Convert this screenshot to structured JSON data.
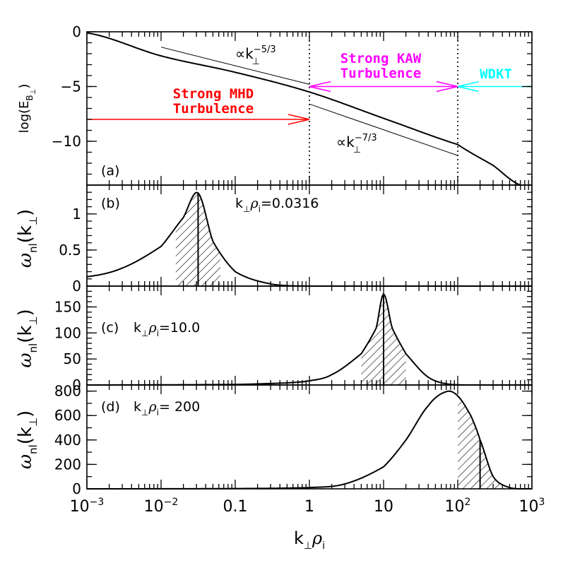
{
  "chart_data": [
    {
      "panel": "a",
      "type": "line",
      "panel_label": "(a)",
      "ylabel": "log(E_B⊥)",
      "xscale": "log",
      "xlim": [
        0.001,
        1000
      ],
      "ylim": [
        -14,
        0
      ],
      "yticks": [
        0,
        -5,
        -10
      ],
      "ytick_labels": [
        "0",
        "−5",
        "−10"
      ],
      "series": [
        {
          "x": [
            0.001,
            0.01,
            0.1,
            1,
            10,
            100,
            300,
            700
          ],
          "y": [
            -0.1,
            -2.2,
            -3.7,
            -5.5,
            -7.9,
            -10.3,
            -12.2,
            -14
          ]
        }
      ],
      "guide_lines": [
        {
          "label_base": "∝k",
          "label_sub": "⊥",
          "label_sup": "−5/3",
          "x": [
            0.01,
            1
          ],
          "y": [
            -1.4,
            -4.8
          ]
        },
        {
          "label_base": "∝k",
          "label_sub": "⊥",
          "label_sup": "−7/3",
          "x": [
            1,
            100
          ],
          "y": [
            -6.6,
            -11.3
          ]
        }
      ],
      "vlines": [
        1,
        100
      ],
      "regions": [
        {
          "line1": "Strong MHD",
          "line2": "Turbulence",
          "color": "#ff0000",
          "arrow_y": -8,
          "x_from": 0.001,
          "x_to": 1,
          "arrowheads": "end"
        },
        {
          "line1": "Strong KAW",
          "line2": "Turbulence",
          "color": "#ff00ff",
          "arrow_y": -5,
          "x_from": 1,
          "x_to": 100,
          "arrowheads": "both"
        },
        {
          "line1": "WDKT",
          "line2": "",
          "color": "#00ffff",
          "arrow_y": -5,
          "x_from": 100,
          "x_to": 1000,
          "arrowheads": "start"
        }
      ]
    },
    {
      "panel": "b",
      "type": "line",
      "panel_label": "(b)",
      "annotation": "k⊥ρi=0.0316",
      "ylabel": "ω_nl(k⊥)",
      "xscale": "log",
      "xlim": [
        0.001,
        1000
      ],
      "ylim": [
        0,
        1.4
      ],
      "yticks": [
        0,
        0.5,
        1
      ],
      "ytick_labels": [
        "0",
        "0.5",
        "1"
      ],
      "peak_k": 0.0316,
      "series": [
        {
          "x": [
            0.001,
            0.003,
            0.01,
            0.02,
            0.0316,
            0.05,
            0.1,
            0.3,
            1,
            1000
          ],
          "y": [
            0.13,
            0.25,
            0.55,
            0.95,
            1.29,
            0.62,
            0.2,
            0.03,
            0.0,
            0.0
          ]
        }
      ],
      "shaded_range": [
        0.0158,
        0.0632
      ]
    },
    {
      "panel": "c",
      "type": "line",
      "panel_label": "(c)",
      "annotation": "k⊥ρi=10.0",
      "ylabel": "ω_nl(k⊥)",
      "xscale": "log",
      "xlim": [
        0.001,
        1000
      ],
      "ylim": [
        0,
        190
      ],
      "yticks": [
        0,
        50,
        100,
        150
      ],
      "ytick_labels": [
        "0",
        "50",
        "100",
        "150"
      ],
      "peak_k": 10,
      "series": [
        {
          "x": [
            0.001,
            0.1,
            0.5,
            1,
            2,
            5,
            8,
            10,
            13,
            20,
            40,
            80,
            1000
          ],
          "y": [
            0,
            1,
            4,
            8,
            20,
            60,
            110,
            175,
            110,
            60,
            15,
            1,
            0
          ]
        }
      ],
      "shaded_range": [
        5,
        20
      ]
    },
    {
      "panel": "d",
      "type": "line",
      "panel_label": "(d)",
      "annotation": "k⊥ρi= 200",
      "ylabel": "ω_nl(k⊥)",
      "xlabel": "k⊥ρi",
      "xscale": "log",
      "xlim": [
        0.001,
        1000
      ],
      "ylim": [
        0,
        850
      ],
      "yticks": [
        0,
        200,
        400,
        600,
        800
      ],
      "ytick_labels": [
        "0",
        "200",
        "400",
        "600",
        "800"
      ],
      "xtick_labels": [
        "10⁻³",
        "10⁻²",
        "0.1",
        "1",
        "10",
        "10²",
        "10³"
      ],
      "peak_k": 200,
      "series": [
        {
          "x": [
            0.001,
            0.1,
            1,
            3,
            10,
            20,
            40,
            70,
            100,
            150,
            200,
            300,
            500,
            1000
          ],
          "y": [
            0,
            2,
            10,
            40,
            180,
            400,
            680,
            795,
            760,
            600,
            400,
            100,
            10,
            0
          ]
        }
      ],
      "shaded_range": [
        100,
        400
      ]
    }
  ]
}
